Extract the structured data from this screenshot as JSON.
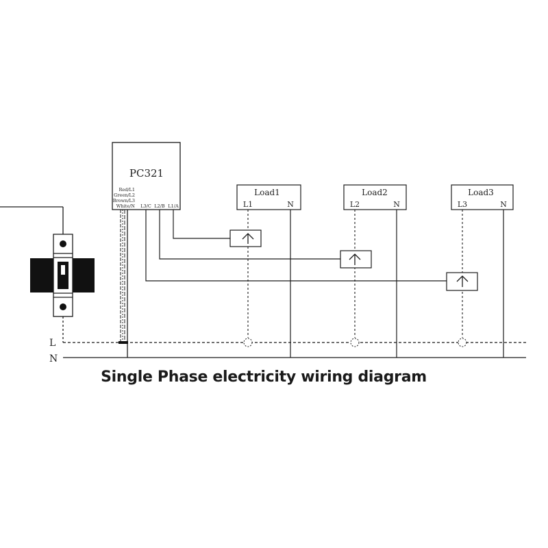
{
  "meter": {
    "name": "PC321",
    "wire_labels": [
      "Red/L1",
      "Green/L2",
      "Brown/L3",
      "White/N"
    ],
    "terminals": [
      "L3/C",
      "L2/B",
      "L1/A"
    ]
  },
  "loads": [
    {
      "name": "Load1",
      "line": "L1",
      "neutral": "N"
    },
    {
      "name": "Load2",
      "line": "L2",
      "neutral": "N"
    },
    {
      "name": "Load3",
      "line": "L3",
      "neutral": "N"
    }
  ],
  "bus": {
    "live": "L",
    "neutral": "N"
  },
  "caption": "Single Phase electricity wiring diagram",
  "colors": {
    "line": "#1a1a1a",
    "breaker": "#111111",
    "background": "#ffffff"
  }
}
